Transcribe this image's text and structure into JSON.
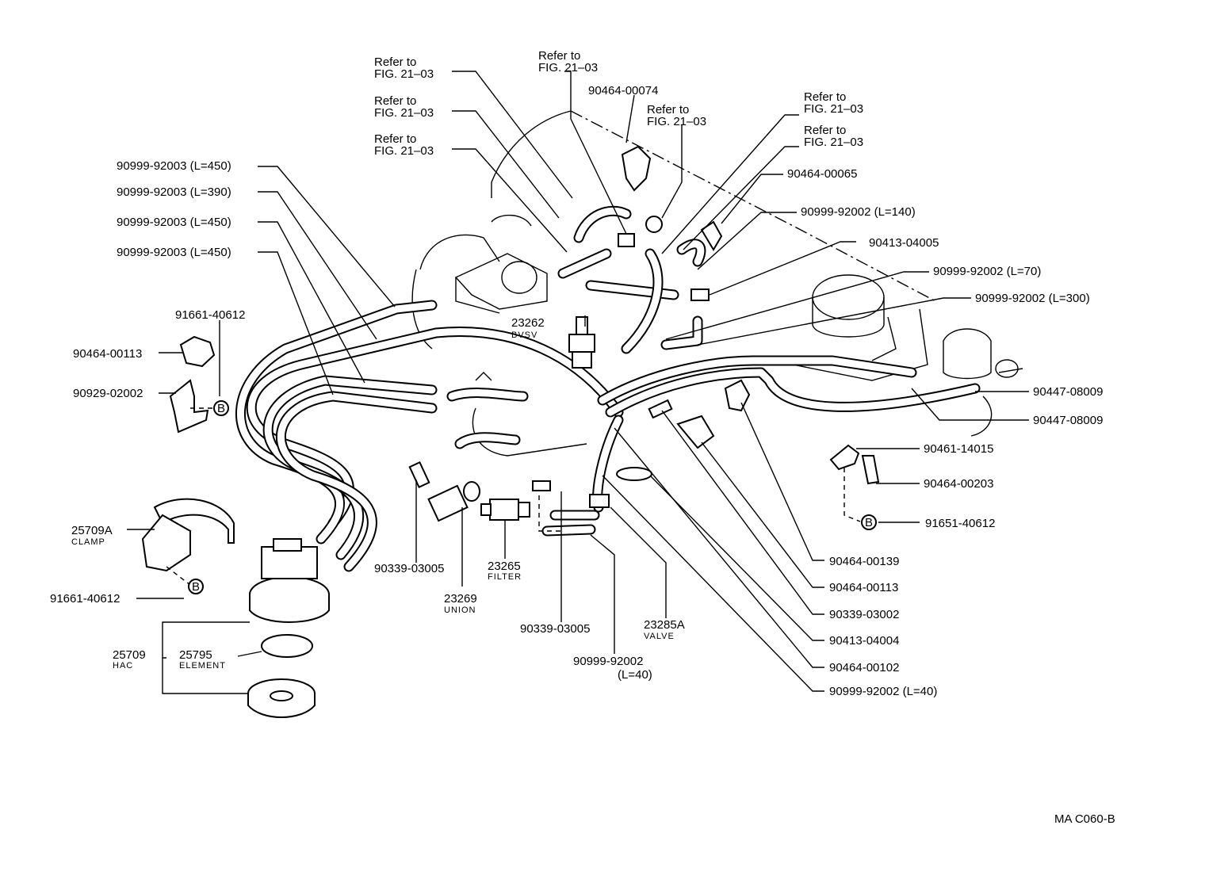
{
  "labels": {
    "l1": "Refer to",
    "l1b": "FIG. 21–03",
    "l2": "Refer to",
    "l2b": "FIG. 21–03",
    "l3": "Refer to",
    "l3b": "FIG. 21–03",
    "l4": "Refer to",
    "l4b": "FIG. 21–03",
    "l5": "Refer to",
    "l5b": "FIG. 21–03",
    "l6": "Refer to",
    "l6b": "FIG. 21–03",
    "l7": "Refer to",
    "l7b": "FIG. 21–03",
    "p_90464_00074": "90464-00074",
    "p_90464_00065": "90464-00065",
    "p_90999_92002_140": "90999-92002 (L=140)",
    "p_90413_04005": "90413-04005",
    "p_90999_92002_70": "90999-92002 (L=70)",
    "p_90999_92002_300": "90999-92002 (L=300)",
    "p_90999_92003_450a": "90999-92003 (L=450)",
    "p_90999_92003_390": "90999-92003 (L=390)",
    "p_90999_92003_450b": "90999-92003 (L=450)",
    "p_90999_92003_450c": "90999-92003 (L=450)",
    "p_91661_40612a": "91661-40612",
    "p_90464_00113a": "90464-00113",
    "p_90929_02002": "90929-02002",
    "p_23262": "23262",
    "p_23262_name": "BVSV",
    "p_90447_08009a": "90447-08009",
    "p_90447_08009b": "90447-08009",
    "p_90461_14015": "90461-14015",
    "p_90464_00203": "90464-00203",
    "p_91651_40612": "91651-40612",
    "p_25709A": "25709A",
    "p_25709A_name": "CLAMP",
    "p_91661_40612b": "91661-40612",
    "p_90339_03005a": "90339-03005",
    "p_23265": "23265",
    "p_23265_name": "FILTER",
    "p_23269": "23269",
    "p_23269_name": "UNION",
    "p_90339_03005b": "90339-03005",
    "p_23285A": "23285A",
    "p_23285A_name": "VALVE",
    "p_90999_92002_40a": "90999-92002",
    "p_90999_92002_40a2": "(L=40)",
    "p_90464_00139": "90464-00139",
    "p_90464_00113b": "90464-00113",
    "p_90339_03002": "90339-03002",
    "p_90413_04004": "90413-04004",
    "p_90464_00102": "90464-00102",
    "p_90999_92002_40b": "90999-92002 (L=40)",
    "p_25709": "25709",
    "p_25709_name": "HAC",
    "p_25795": "25795",
    "p_25795_name": "ELEMENT",
    "mark_b": "B",
    "code": "MA  C060-B"
  }
}
